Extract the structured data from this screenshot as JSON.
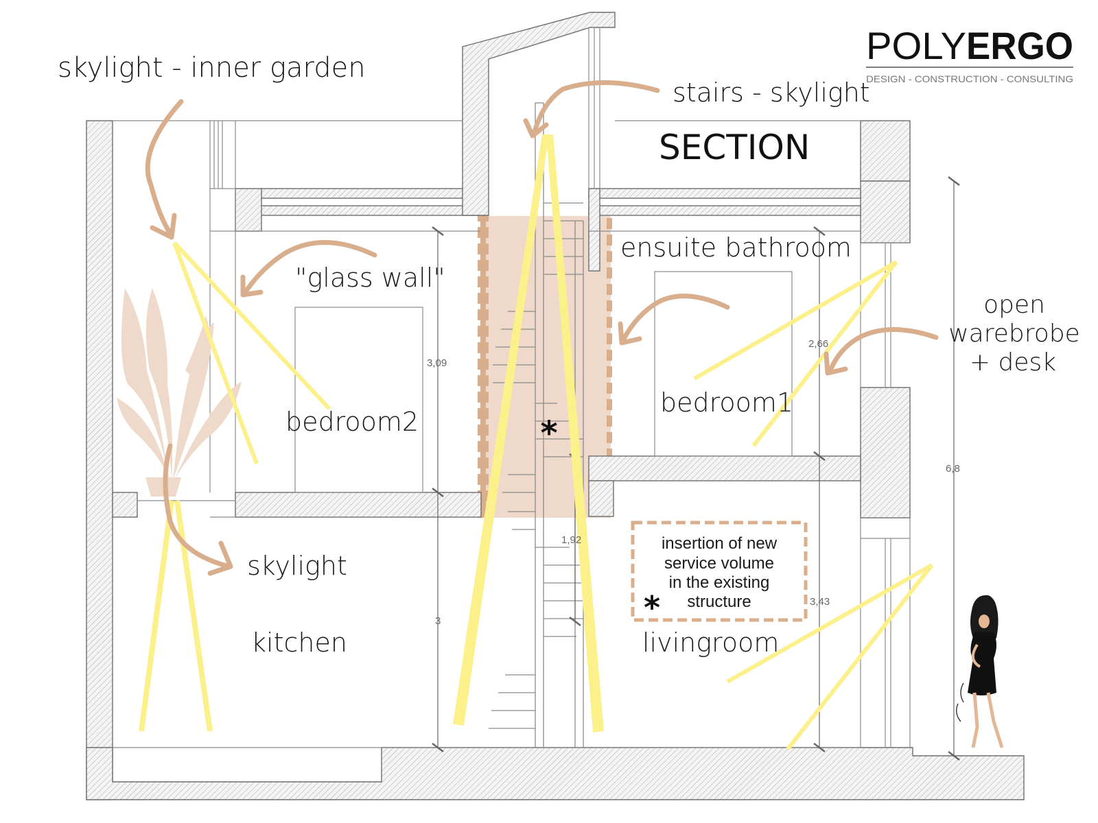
{
  "logo": {
    "brand_light": "POLY",
    "brand_bold": "ERGO",
    "tagline": "DESIGN - CONSTRUCTION - CONSULTING"
  },
  "title": "SECTION",
  "labels": {
    "skylight_inner_garden": "skylight - inner garden",
    "stairs_skylight": "stairs - skylight",
    "glass_wall": "\"glass wall\"",
    "ensuite_bathroom": "ensuite bathroom",
    "bedroom1": "bedroom1",
    "bedroom2": "bedroom2",
    "open_wardrobe_line1": "open",
    "open_wardrobe_line2": "warebrobe",
    "open_wardrobe_line3": "+ desk",
    "skylight": "skylight",
    "kitchen": "kitchen",
    "livingroom": "livingroom"
  },
  "note": {
    "lines": [
      "insertion of new",
      "service volume",
      "in the existing",
      "structure"
    ],
    "marker": "*"
  },
  "stair_marker": "*",
  "dimensions": {
    "d1": "3,09",
    "d2": "3",
    "d3": "1,92",
    "d4": "2,66",
    "d5": "3,43",
    "d6": "6,8"
  },
  "colors": {
    "light_ray": "#fbf08a",
    "arrow": "#d9ae8d",
    "service_volume": "#ecd2c1",
    "service_border": "#d9ae8d",
    "plant": "#eed9ca",
    "person_dress": "#111111",
    "hatch": "#9a9a9a"
  }
}
